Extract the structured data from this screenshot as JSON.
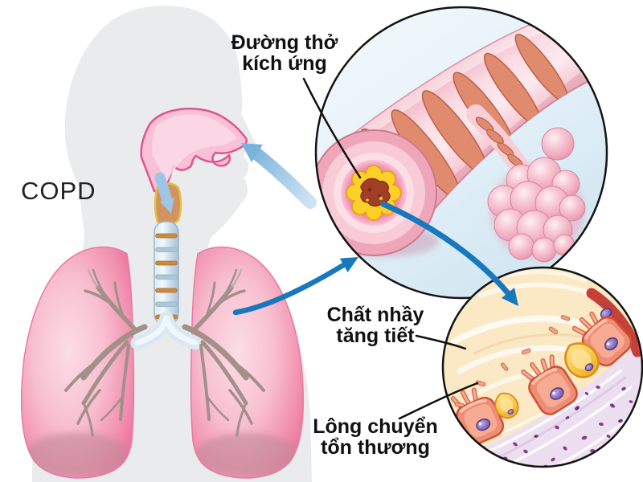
{
  "labels": {
    "copd": "COPD",
    "airway": {
      "line1": "Đường thở",
      "line2": "kích ứng"
    },
    "mucus": {
      "line1": "Chất nhầy",
      "line2": "tăng tiết"
    },
    "cilia": {
      "line1": "Lông chuyển",
      "line2": "tổn thương"
    }
  },
  "colors": {
    "background": "#ffffff",
    "silhouette_gray": "#e9ebed",
    "airway_pink": "#f9c0d6",
    "airway_outline": "#e0558f",
    "lung_edge_rose": "#ea6d98",
    "lung_center_pink": "#fcdde6",
    "bronchi_taupe": "#a3908a",
    "trachea_blue": "#c6dbe8",
    "trachea_ring_orange": "#cd8a3f",
    "inset_circle_fill": "#e3f0f8",
    "circle_outline_black": "#141414",
    "bronchiole_band_coral": "#e18b6e",
    "bronchiole_wall_pink": "#fbdfe7",
    "inflamed_ring_magenta": "#ef6aa2",
    "inflamed_ring_yellow": "#fcd028",
    "lumen_brown_red": "#a13f26",
    "alveoli_pink": "#f0a9bd",
    "mucus_cream": "#fbe8c5",
    "epithelial_cell_salmon": "#ef8e77",
    "cell_outline_red": "#d05136",
    "goblet_yellow": "#f6bf2e",
    "nucleus_purple": "#8d6fc3",
    "connective_lavender": "#ecdff0",
    "tissue_dot_purple": "#8d3890",
    "leader_arrow_blue": "#1878be",
    "breath_arrow_blue": "#8fc0e4",
    "label_text": "#111111"
  }
}
